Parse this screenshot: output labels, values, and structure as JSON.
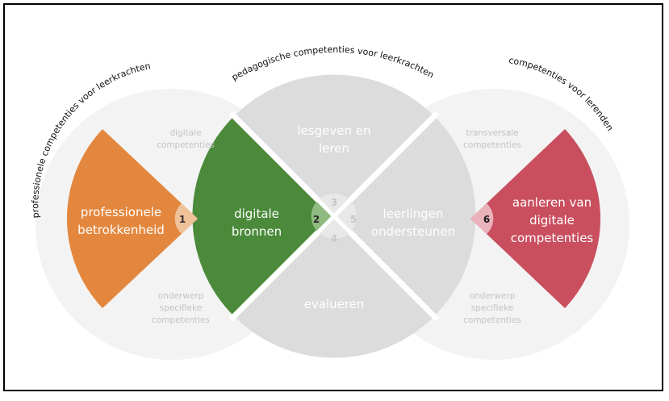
{
  "arc_labels": {
    "left": "professionele competenties voor leerkrachten",
    "middle": "pedagogische competenties voor leerkrachten",
    "right": "competenties voor lerenden"
  },
  "faint_labels": {
    "left_top_1": "digitale",
    "left_top_2": "competenties",
    "left_bottom_1": "onderwerp",
    "left_bottom_2": "specifieke",
    "left_bottom_3": "competenties",
    "right_top_1": "transversale",
    "right_top_2": "competenties",
    "right_bottom_1": "onderwerp",
    "right_bottom_2": "specifieke",
    "right_bottom_3": "competenties"
  },
  "areas": [
    {
      "number": "1",
      "line1": "professionele",
      "line2": "betrokkenheid",
      "line3": ""
    },
    {
      "number": "2",
      "line1": "digitale",
      "line2": "bronnen",
      "line3": ""
    },
    {
      "number": "3",
      "line1": "lesgeven en",
      "line2": "leren",
      "line3": ""
    },
    {
      "number": "4",
      "line1": "evalueren",
      "line2": "",
      "line3": ""
    },
    {
      "number": "5",
      "line1": "leerlingen",
      "line2": "ondersteunen",
      "line3": ""
    },
    {
      "number": "6",
      "line1": "aanleren van",
      "line2": "digitale",
      "line3": "competenties"
    }
  ],
  "colors": {
    "orange": "#e3873e",
    "green": "#4a8a3a",
    "red": "#c94f5f",
    "light_gray": "#dcdcdc",
    "faint_bg": "#f3f3f3"
  }
}
